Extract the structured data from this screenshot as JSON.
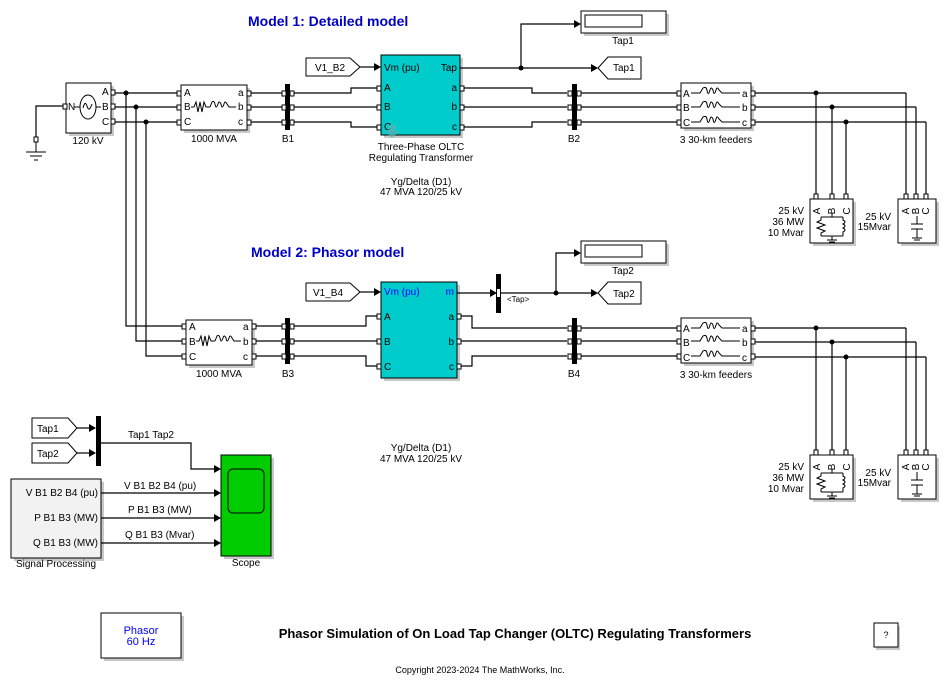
{
  "diagram": {
    "model1_title": "Model 1:  Detailed model",
    "model2_title": "Model 2:  Phasor model",
    "main_title": "Phasor Simulation of On Load Tap Changer (OLTC) Regulating Transformers",
    "copyright": "Copyright 2023-2024 The MathWorks, Inc.",
    "help_button": "?",
    "powergui": {
      "line1": "Phasor",
      "line2": "60 Hz"
    }
  },
  "source": {
    "label": "120 kV",
    "port_n": "N",
    "ports": [
      "A",
      "B",
      "C"
    ]
  },
  "impedance1": {
    "label": "1000 MVA",
    "in_ports": [
      "A",
      "B",
      "C"
    ],
    "out_ports": [
      "a",
      "b",
      "c"
    ]
  },
  "impedance2": {
    "label": "1000 MVA",
    "in_ports": [
      "A",
      "B",
      "C"
    ],
    "out_ports": [
      "a",
      "b",
      "c"
    ]
  },
  "buses": {
    "b1": "B1",
    "b2": "B2",
    "b3": "B3",
    "b4": "B4"
  },
  "oltc1": {
    "label_line1": "Three-Phase OLTC",
    "label_line2": "Regulating Transformer",
    "in_ports": [
      "Vm (pu)",
      "A",
      "B",
      "C"
    ],
    "out_ports": [
      "Tap",
      "a",
      "b",
      "c"
    ],
    "params_line1": "Yg/Delta (D1)",
    "params_line2": "47 MVA 120/25 kV"
  },
  "oltc2": {
    "in_ports": [
      "Vm (pu)",
      "A",
      "B",
      "C"
    ],
    "out_ports": [
      "m",
      "a",
      "b",
      "c"
    ],
    "params_line1": "Yg/Delta (D1)",
    "params_line2": "47 MVA 120/25 kV"
  },
  "from_tags": {
    "v1_b2": "V1_B2",
    "v1_b4": "V1_B4",
    "tap1": "Tap1",
    "tap2": "Tap2"
  },
  "goto_tags": {
    "tap1": "Tap1",
    "tap2": "Tap2"
  },
  "displays": {
    "tap1": "Tap1",
    "tap2": "Tap2"
  },
  "selector": {
    "signal": "<Tap>"
  },
  "feeders1": {
    "label": "3  30-km feeders",
    "in_ports": [
      "A",
      "B",
      "C"
    ],
    "out_ports": [
      "a",
      "b",
      "c"
    ]
  },
  "feeders2": {
    "label": "3  30-km feeders",
    "in_ports": [
      "A",
      "B",
      "C"
    ],
    "out_ports": [
      "a",
      "b",
      "c"
    ]
  },
  "load1": {
    "line1": "25 kV",
    "line2": "36 MW",
    "line3": "10 Mvar",
    "ports": [
      "A",
      "B",
      "C"
    ]
  },
  "load2": {
    "line1": "25 kV",
    "line2": "36 MW",
    "line3": "10 Mvar",
    "ports": [
      "A",
      "B",
      "C"
    ]
  },
  "cap1": {
    "line1": "25 kV",
    "line2": "15Mvar",
    "ports": [
      "A",
      "B",
      "C"
    ]
  },
  "cap2": {
    "line1": "25 kV",
    "line2": "15Mvar",
    "ports": [
      "A",
      "B",
      "C"
    ]
  },
  "signal_processing": {
    "label": "Signal Processing",
    "out_ports": [
      "V B1 B2 B4 (pu)",
      "P B1 B3 (MW)",
      "Q B1 B3 (MW)"
    ]
  },
  "signals": {
    "mux_out": "Tap1 Tap2",
    "v": "V B1 B2 B4 (pu)",
    "p": "P B1 B3 (MW)",
    "q": "Q B1 B3 (Mvar)"
  },
  "scope": {
    "label": "Scope"
  },
  "colors": {
    "oltc_block": "#00cccc",
    "scope_block": "#00cc00",
    "title_blue": "#0000c8",
    "powergui_text": "#0000ff"
  }
}
